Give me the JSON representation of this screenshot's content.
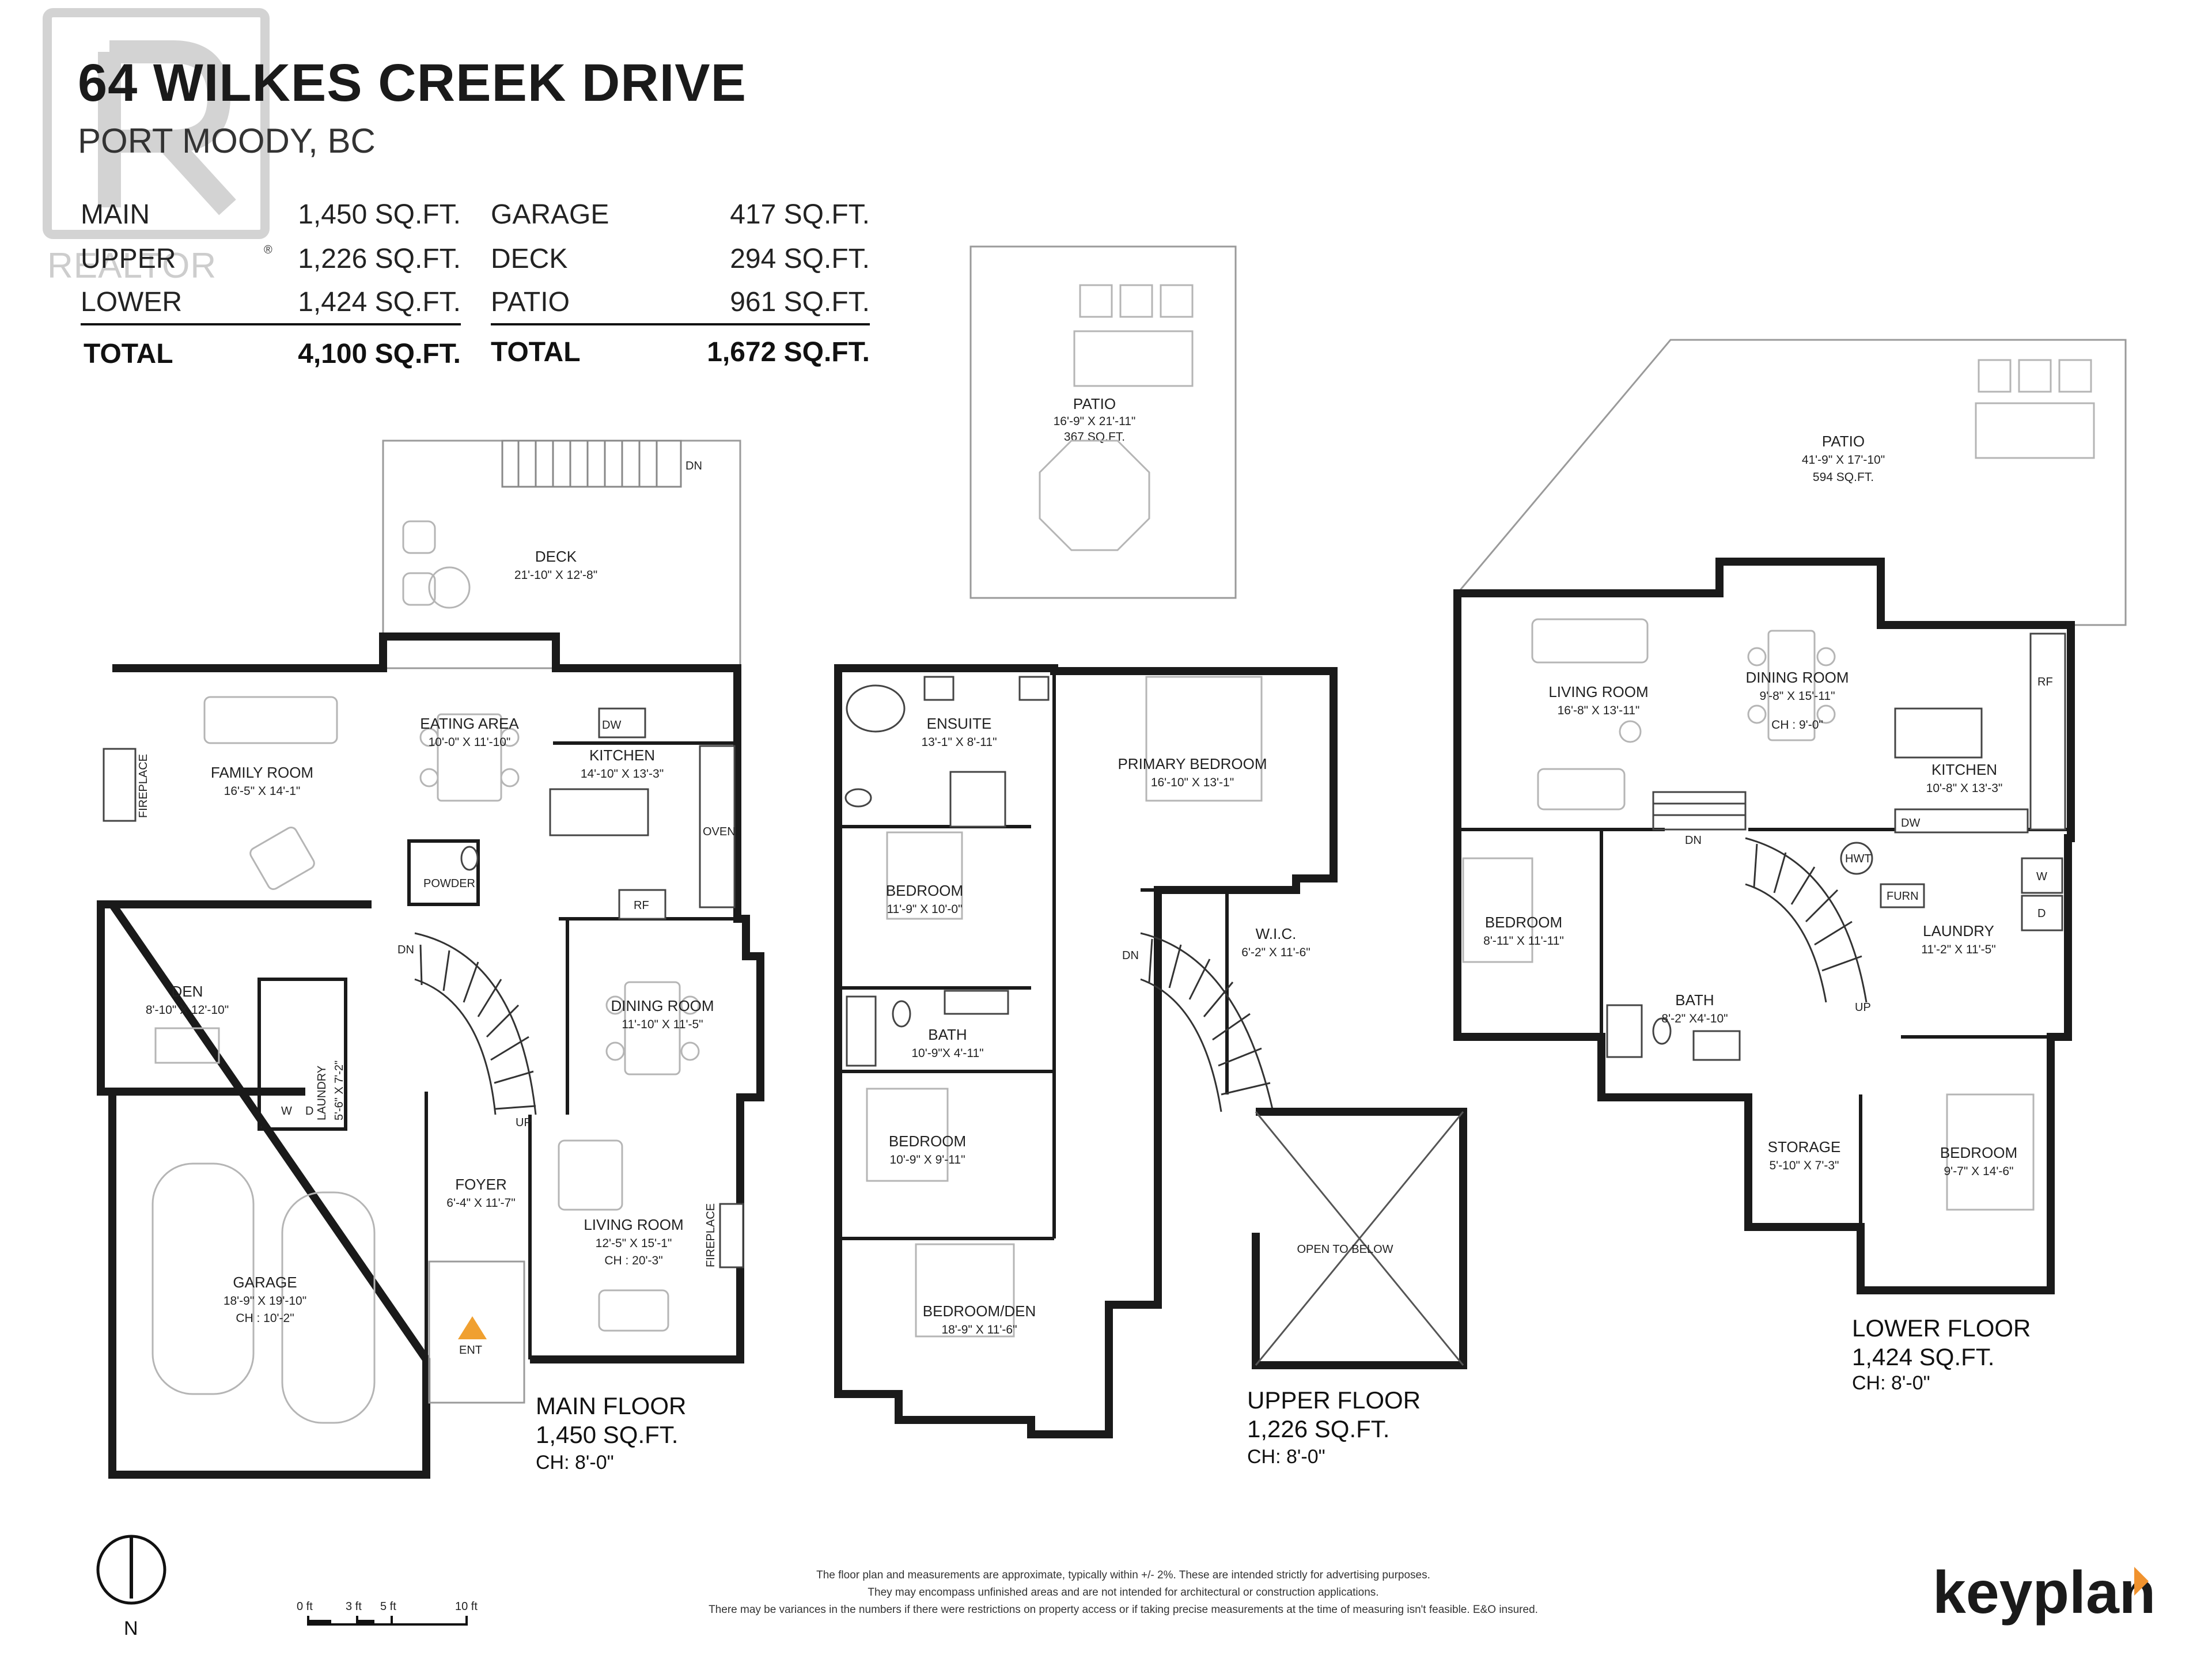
{
  "header": {
    "address": "64 WILKES CREEK DRIVE",
    "city": "PORT MOODY, BC"
  },
  "areas_living": [
    {
      "label": "MAIN",
      "value": "1,450 SQ.FT."
    },
    {
      "label": "UPPER",
      "value": "1,226 SQ.FT."
    },
    {
      "label": "LOWER",
      "value": "1,424 SQ.FT."
    }
  ],
  "areas_living_total": {
    "label": "TOTAL",
    "value": "4,100 SQ.FT."
  },
  "areas_other": [
    {
      "label": "GARAGE",
      "value": "417 SQ.FT."
    },
    {
      "label": "DECK",
      "value": "294 SQ.FT."
    },
    {
      "label": "PATIO",
      "value": "961 SQ.FT."
    }
  ],
  "areas_other_total": {
    "label": "TOTAL",
    "value": "1,672 SQ.FT."
  },
  "watermark": {
    "text": "REALTOR",
    "mark": "®"
  },
  "main_floor": {
    "name": "MAIN FLOOR",
    "area": "1,450 SQ.FT.",
    "ceiling": "CH: 8'-0\"",
    "rooms": {
      "deck": {
        "name": "DECK",
        "dim": "21'-10\" X 12'-8\""
      },
      "eating": {
        "name": "EATING AREA",
        "dim": "10'-0\" X 11'-10\""
      },
      "family": {
        "name": "FAMILY ROOM",
        "dim": "16'-5\" X 14'-1\""
      },
      "kitchen": {
        "name": "KITCHEN",
        "dim": "14'-10\" X 13'-3\""
      },
      "den": {
        "name": "DEN",
        "dim": "8'-10\" X 12'-10\""
      },
      "dining": {
        "name": "DINING ROOM",
        "dim": "11'-10\" X 11'-5\""
      },
      "laundry": {
        "name": "LAUNDRY",
        "dim": "5'-6\" X 7'-2\""
      },
      "foyer": {
        "name": "FOYER",
        "dim": "6'-4\" X 11'-7\""
      },
      "living": {
        "name": "LIVING ROOM",
        "dim": "12'-5\" X 15'-1\"",
        "ch": "CH : 20'-3\""
      },
      "garage": {
        "name": "GARAGE",
        "dim": "18'-9\" X 19'-10\"",
        "ch": "CH : 10'-2\""
      }
    },
    "labels": {
      "fireplace": "FIREPLACE",
      "fireplace2": "FIREPLACE",
      "powder": "POWDER",
      "dw": "DW",
      "oven": "OVEN",
      "rf": "RF",
      "dn": "DN",
      "dn2": "DN",
      "up": "UP",
      "w": "W",
      "d": "D",
      "ent": "ENT"
    }
  },
  "patio_small": {
    "name": "PATIO",
    "dim": "16'-9\" X 21'-11\"",
    "area": "367 SQ.FT."
  },
  "upper_floor": {
    "name": "UPPER FLOOR",
    "area": "1,226 SQ.FT.",
    "ceiling": "CH: 8'-0\"",
    "rooms": {
      "ensuite": {
        "name": "ENSUITE",
        "dim": "13'-1\" X 8'-11\""
      },
      "primary": {
        "name": "PRIMARY BEDROOM",
        "dim": "16'-10\" X 13'-1\""
      },
      "bed1": {
        "name": "BEDROOM",
        "dim": "11'-9\" X 10'-0\""
      },
      "wic": {
        "name": "W.I.C.",
        "dim": "6'-2\" X 11'-6\""
      },
      "bath": {
        "name": "BATH",
        "dim": "10'-9\"X 4'-11\""
      },
      "bed2": {
        "name": "BEDROOM",
        "dim": "10'-9\" X 9'-11\""
      },
      "beddenn": {
        "name": "BEDROOM/DEN",
        "dim": "18'-9\" X 11'-6\""
      },
      "open": {
        "name": "OPEN TO BELOW"
      }
    },
    "labels": {
      "dn": "DN"
    }
  },
  "lower_floor": {
    "name": "LOWER FLOOR",
    "area": "1,424 SQ.FT.",
    "ceiling": "CH: 8'-0\"",
    "rooms": {
      "patio": {
        "name": "PATIO",
        "dim": "41'-9\" X 17'-10\"",
        "area": "594 SQ.FT."
      },
      "living": {
        "name": "LIVING ROOM",
        "dim": "16'-8\" X 13'-11\""
      },
      "dining": {
        "name": "DINING ROOM",
        "dim": "9'-8\" X 15'-11\"",
        "ch": "CH : 9'-0\""
      },
      "kitchen": {
        "name": "KITCHEN",
        "dim": "10'-8\" X 13'-3\""
      },
      "bed1": {
        "name": "BEDROOM",
        "dim": "8'-11\" X 11'-11\""
      },
      "bath": {
        "name": "BATH",
        "dim": "8'-2\" X4'-10\""
      },
      "laundry": {
        "name": "LAUNDRY",
        "dim": "11'-2\" X 11'-5\""
      },
      "storage": {
        "name": "STORAGE",
        "dim": "5'-10\" X 7'-3\""
      },
      "bed2": {
        "name": "BEDROOM",
        "dim": "9'-7\" X 14'-6\""
      }
    },
    "labels": {
      "rf": "RF",
      "dw": "DW",
      "dn": "DN",
      "hwt": "HWT",
      "furn": "FURN",
      "w": "W",
      "d": "D",
      "up": "UP"
    }
  },
  "north": "N",
  "scale": {
    "s0": "0 ft",
    "s3": "3 ft",
    "s5": "5 ft",
    "s10": "10 ft"
  },
  "disclaimer": [
    "The floor plan and measurements are approximate, typically within +/- 2%. These are intended strictly for advertising purposes.",
    "They may encompass unfinished areas and are not intended for architectural or construction applications.",
    "There may be variances in the numbers if there were restrictions on property access or if taking precise measurements at the time of measuring isn't feasible. E&O insured."
  ],
  "logo": "keyplan",
  "colors": {
    "wall": "#1a1a1a",
    "entrance_marker": "#f0a030",
    "logo_accent": "#f0922e",
    "watermark": "#c8c8c8"
  }
}
